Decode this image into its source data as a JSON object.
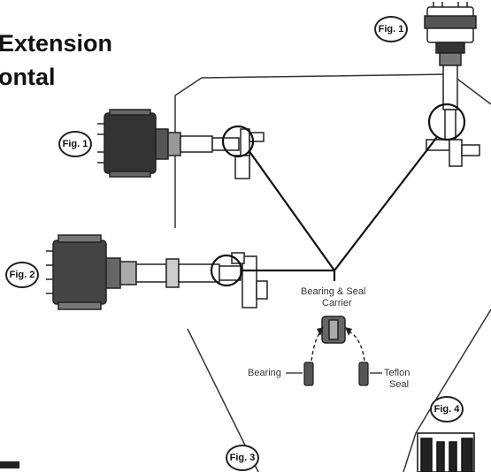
{
  "title": {
    "line1": "Extension",
    "line2": "ontal"
  },
  "figures": {
    "fig1_top": "Fig. 1",
    "fig1_left": "Fig. 1",
    "fig2": "Fig. 2",
    "fig3": "Fig. 3",
    "fig4": "Fig. 4"
  },
  "labels": {
    "carrier_line1": "Bearing & Seal",
    "carrier_line2": "Carrier",
    "bearing": "Bearing",
    "teflon_line1": "Teflon",
    "teflon_line2": "Seal"
  }
}
